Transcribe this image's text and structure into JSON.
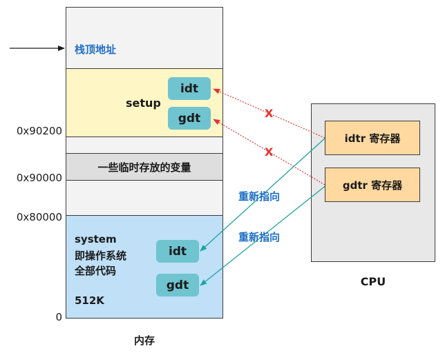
{
  "memory": {
    "stack_top_label": "栈顶地址",
    "setup_label": "setup",
    "setup_idt": "idt",
    "setup_gdt": "gdt",
    "temp_vars_label": "一些临时存放的变量",
    "system_line1": "system",
    "system_line2": "即操作系统",
    "system_line3": "全部代码",
    "system_size": "512K",
    "system_idt": "idt",
    "system_gdt": "gdt",
    "caption": "内存"
  },
  "addresses": {
    "a90200": "0x90200",
    "a90000": "0x90000",
    "a80000": "0x80000",
    "a0": "0"
  },
  "cpu": {
    "idtr_label": "idtr 寄存器",
    "gdtr_label": "gdtr 寄存器",
    "caption": "CPU"
  },
  "arrows": {
    "redirect_label_1": "重新指向",
    "redirect_label_2": "重新指向",
    "cross_1": "X",
    "cross_2": "X"
  },
  "colors": {
    "setup_fill": "#fff6c6",
    "system_fill": "#bfe0f7",
    "pill_fill": "#6fc4d0",
    "register_fill": "#ffd9a0",
    "cpu_fill": "#e8e8e8",
    "redirect_text": "#1f6fc5",
    "new_pointer": "#1aa3a3",
    "old_pointer": "#e3342f"
  }
}
